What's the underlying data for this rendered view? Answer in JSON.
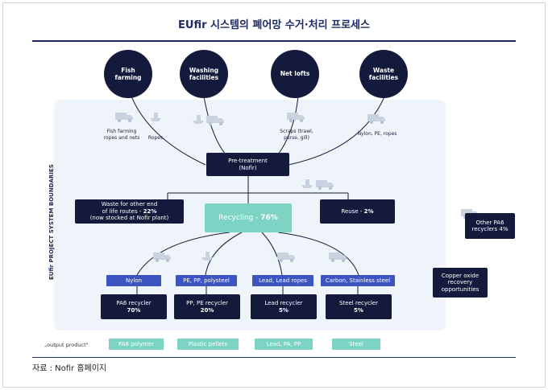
{
  "title": "EUfir 시스템의 폐어망 수거·처리 프로세스",
  "source": "자료 : Nofir 홈페이지",
  "boundary_label": "EUfir PROJECT SYSTEM BOUNDARIES",
  "sources": [
    {
      "label": "Fish farming"
    },
    {
      "label": "Washing facilities"
    },
    {
      "label": "Net lofts"
    },
    {
      "label": "Waste facilities"
    }
  ],
  "inputs": {
    "fish_farming_items": "Fish farming ropes and nets",
    "ropes": "Ropes",
    "scraps": "Scraps (trawl, purse, gill)",
    "nylon_pe_ropes": "Nylon, PE, ropes"
  },
  "pretreatment": {
    "line1": "Pre-treatment",
    "line2": "(Nofir)"
  },
  "waste_other": {
    "line1": "Waste for other end",
    "line2": "of life routes - ",
    "pct": "22%",
    "line3": "(now stocked at Nofir plant)"
  },
  "recycling": {
    "label": "Recycling - ",
    "pct": "76%"
  },
  "reuse": {
    "label": "Reuse - ",
    "pct": "2%"
  },
  "materials": [
    "Nylon",
    "PE, PP, polysteel",
    "Lead, Lead ropes",
    "Carbon, Stainless steel"
  ],
  "recyclers": [
    {
      "name": "PA6 recycler",
      "pct": "70%"
    },
    {
      "name": "PP, PE recycler",
      "pct": "20%"
    },
    {
      "name": "Lead recycler",
      "pct": "5%"
    },
    {
      "name": "Steel recycler",
      "pct": "5%"
    }
  ],
  "output_label": "„output product\"",
  "outputs": [
    "PA6 polymer",
    "Plastic pellets",
    "Lead, PA, PP",
    "Steel"
  ],
  "other_pa6": {
    "line1": "Other PA6",
    "line2": "recyclers 4%"
  },
  "copper": {
    "line1": "Copper oxide",
    "line2": "recovery",
    "line3": "opportunities"
  }
}
